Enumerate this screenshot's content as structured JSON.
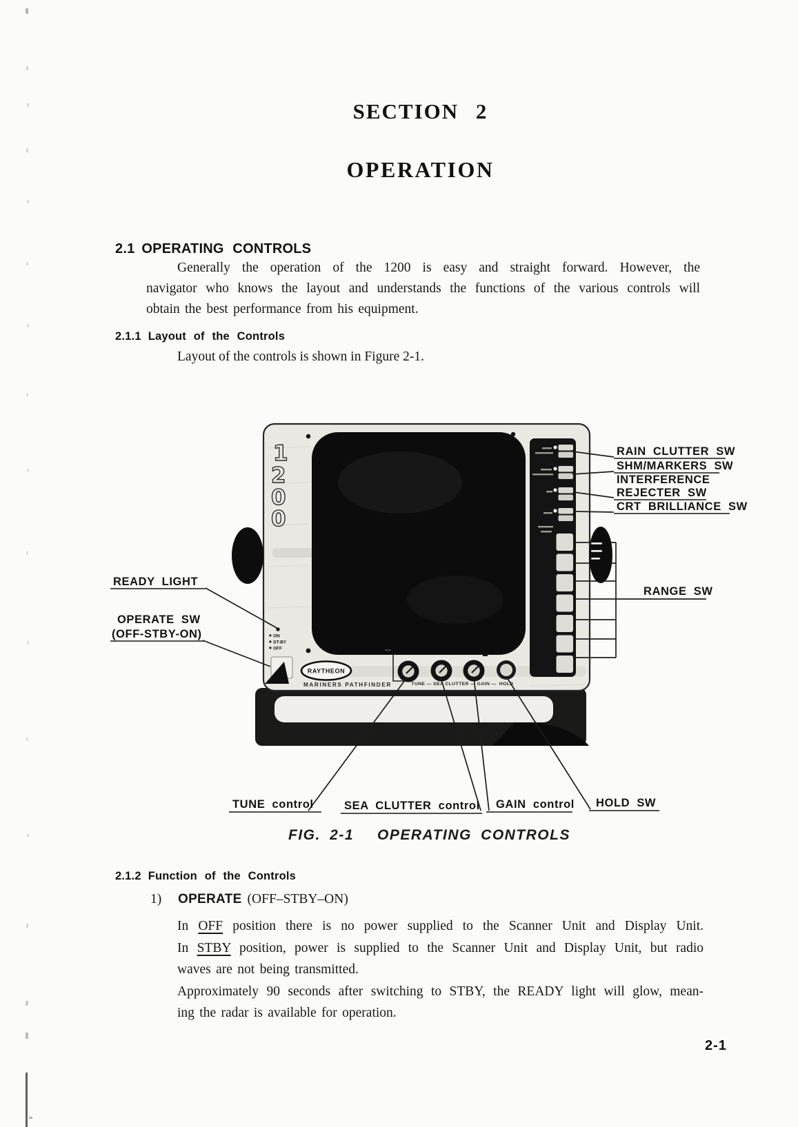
{
  "page": {
    "number": "2-1"
  },
  "titles": {
    "section": "SECTION 2",
    "name": "OPERATION"
  },
  "s21": {
    "number": "2.1",
    "heading": "OPERATING CONTROLS",
    "lines": [
      "Generally the operation of the 1200 is easy and straight forward. However, the",
      "navigator who knows the layout and understands the functions of the various controls will",
      "obtain the best performance from his equipment."
    ]
  },
  "s211": {
    "number": "2.1.1",
    "heading": "Layout of the Controls",
    "body": "Layout of the controls is shown in Figure 2-1."
  },
  "figure": {
    "caption_label": "FIG. 2-1",
    "caption_title": "OPERATING CONTROLS",
    "callouts": {
      "rain_clutter": "RAIN CLUTTER SW",
      "shm_markers": "SHM/MARKERS SW",
      "interference_line1": "INTERFERENCE",
      "interference_line2": "REJECTER SW",
      "crt_brilliance": "CRT BRILLIANCE SW",
      "range": "RANGE SW",
      "ready_light": "READY LIGHT",
      "operate_line1": "OPERATE SW",
      "operate_line2": "(OFF-STBY-ON)",
      "tune": "TUNE control",
      "sea_clutter": "SEA CLUTTER control",
      "gain": "GAIN control",
      "hold": "HOLD SW"
    },
    "device": {
      "model_digits": [
        "1",
        "2",
        "0",
        "0"
      ],
      "brand": "RAYTHEON",
      "brand_line": "MARINERS PATHFINDER",
      "switch_positions": [
        "ON",
        "ST-BY",
        "OFF"
      ],
      "knob_row": "TUNE — SEA CLUTTER — GAIN —",
      "hold_knob": "HOLD"
    }
  },
  "s212": {
    "number": "2.1.2",
    "heading": "Function of the Controls",
    "item": {
      "index": "1)",
      "keyword": "OPERATE",
      "detail": "(OFF–STBY–ON)"
    },
    "para": {
      "l1_pre": "In",
      "l1_u": "OFF",
      "l1_rest": "position there is no power supplied to the Scanner Unit and Display Unit.",
      "l2_pre": "In",
      "l2_u": "STBY",
      "l2_rest": "position, power is supplied to the Scanner Unit and Display Unit, but radio",
      "l3": "waves are not being transmitted.",
      "l4": "Approximately 90 seconds after switching to STBY, the READY light will glow, mean-",
      "l5": "ing the radar is available for operation."
    }
  }
}
